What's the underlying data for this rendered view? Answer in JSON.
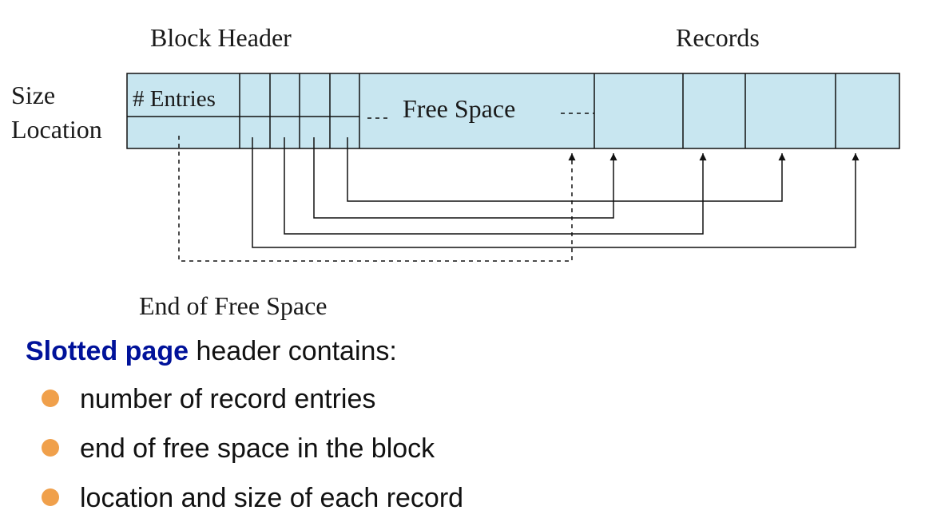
{
  "diagram": {
    "label_block_header": "Block Header",
    "label_records": "Records",
    "label_size": "Size",
    "label_location": "Location",
    "label_entries": "# Entries",
    "label_free_space": "Free Space",
    "label_end_of_free_space": "End of Free Space",
    "colors": {
      "cell_fill": "#c8e6f0",
      "stroke": "#111111"
    }
  },
  "text": {
    "heading_highlight": "Slotted page",
    "heading_rest": " header contains:",
    "heading_color": "#00129a",
    "bullet_color": "#f0a04b",
    "bullets": [
      "number of record entries",
      "end of free space in the block",
      "location and size of each record"
    ]
  }
}
